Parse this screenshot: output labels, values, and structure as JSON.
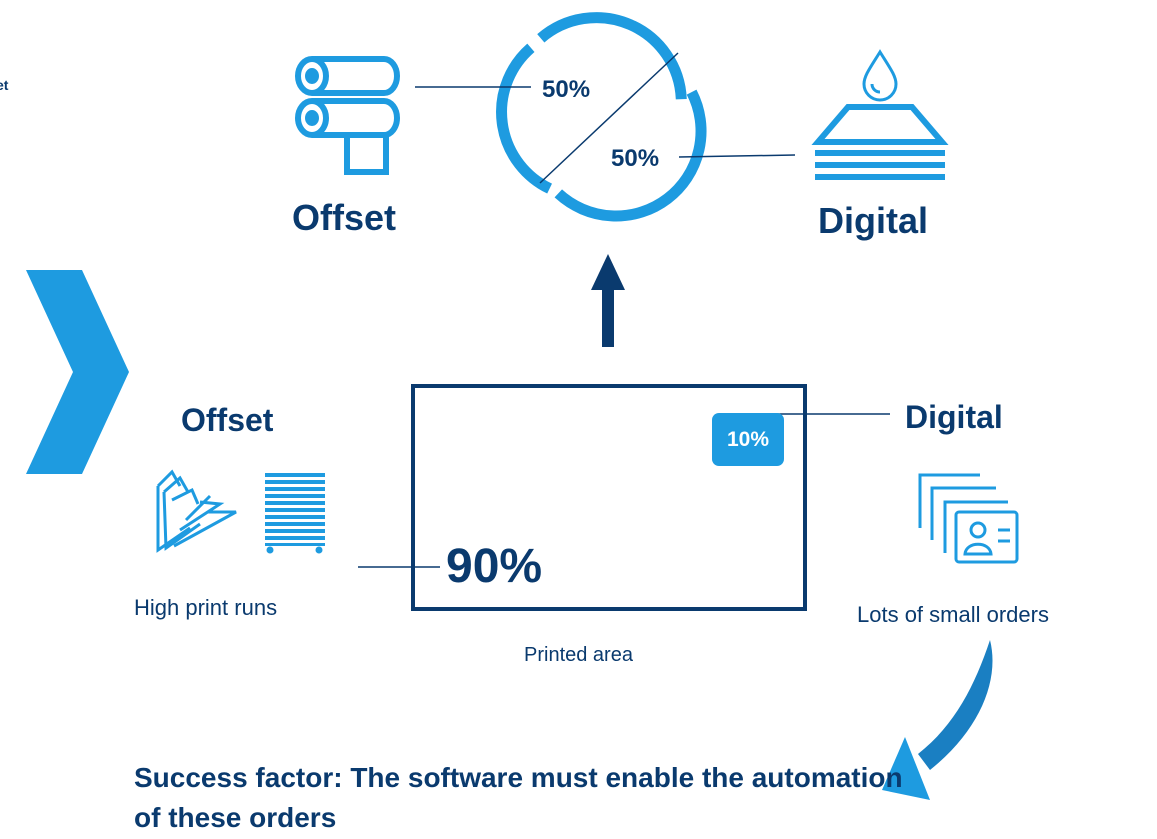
{
  "partial_label": "et",
  "top_split": {
    "offset_label": "Offset",
    "digital_label": "Digital",
    "offset_percent": "50%",
    "digital_percent": "50%"
  },
  "bottom_split": {
    "offset_label": "Offset",
    "digital_label": "Digital",
    "offset_percent": "90%",
    "digital_percent": "10%",
    "offset_caption": "High print runs",
    "digital_caption": "Lots of small orders",
    "area_caption": "Printed area"
  },
  "success_text": "Success factor: The software must enable the automation of these orders",
  "colors": {
    "dark_blue": "#0a3a6e",
    "light_blue": "#1e9be0"
  },
  "icons": [
    "paper-roll-icon",
    "ink-drop-icon",
    "paper-stack-icon",
    "folded-sheets-icon",
    "paper-ream-icon",
    "id-cards-icon",
    "chevron-right-icon",
    "up-arrow-icon",
    "curved-arrow-icon"
  ]
}
